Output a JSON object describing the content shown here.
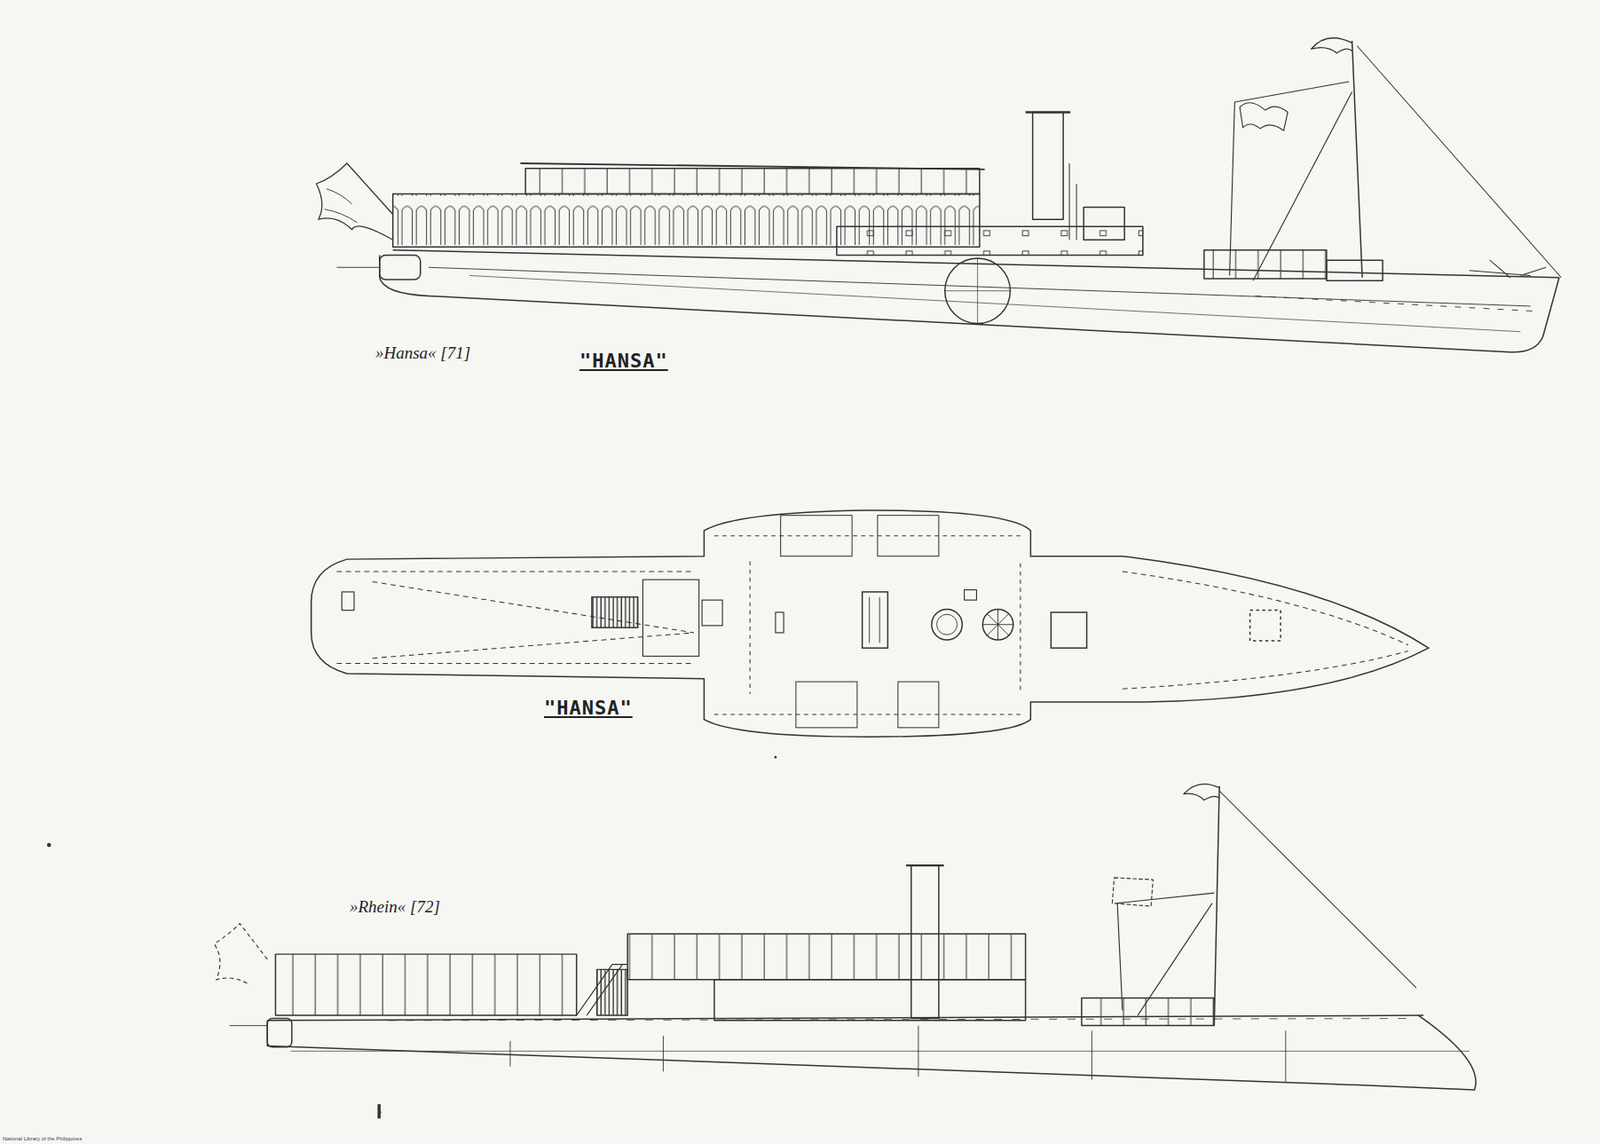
{
  "diagram": {
    "labels": [
      "»Hansa« [71]",
      "\"HANSA\"",
      "\"HANSA\"",
      "»Rhein« [72]",
      "National Library of the Philippines"
    ]
  }
}
